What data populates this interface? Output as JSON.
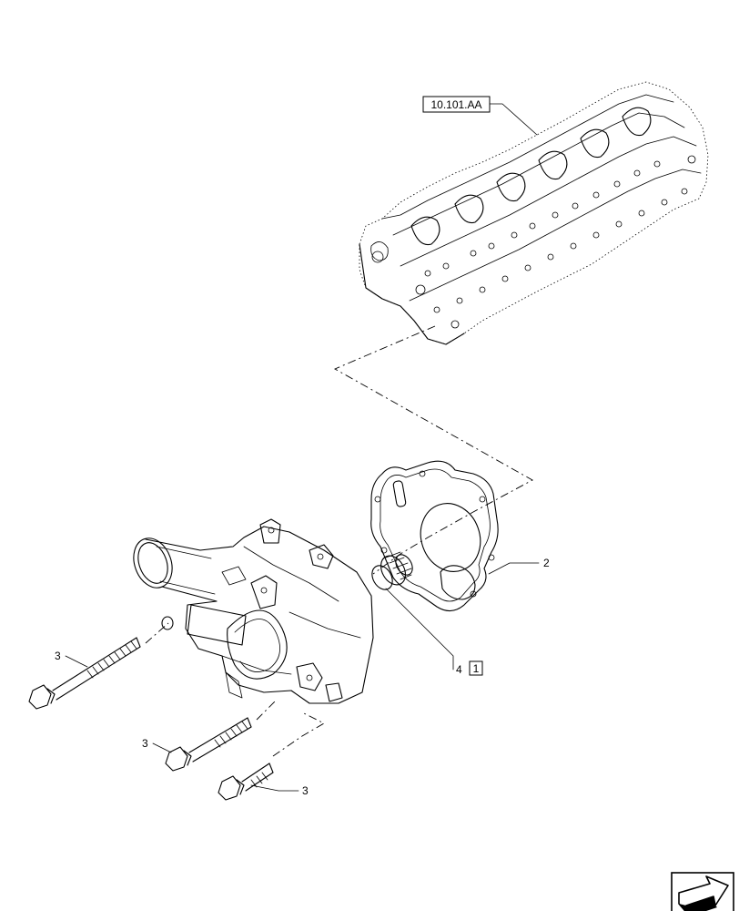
{
  "reference_label": "10.101.AA",
  "callouts": {
    "gasket": "2",
    "bolt_long": "3",
    "bolt_mid": "3",
    "bolt_short": "3",
    "thermostat": "4",
    "kit": "1"
  },
  "icons": {
    "nav": "next-page-arrow-icon"
  }
}
